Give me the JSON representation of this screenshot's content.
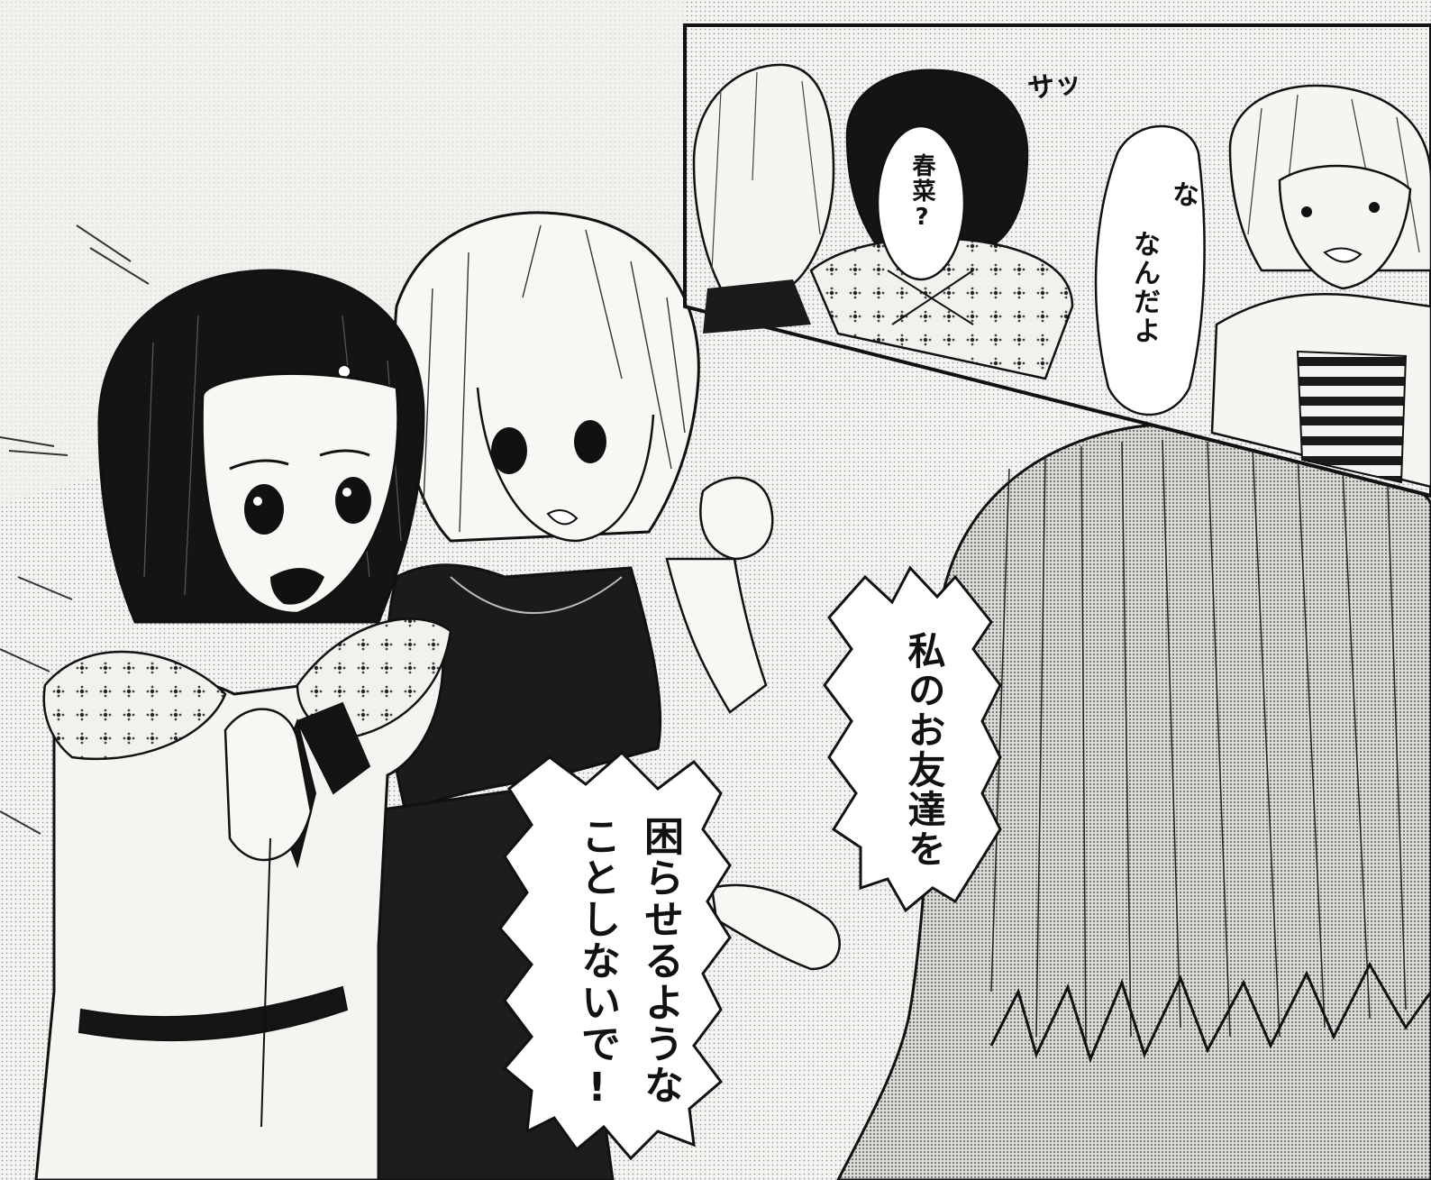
{
  "panels": [
    {
      "id": "inset",
      "sfx": "サッ",
      "speech": [
        {
          "speaker": "black-hair-girl",
          "lines": [
            "春菜?"
          ]
        },
        {
          "speaker": "blond-boy",
          "lines": [
            "な",
            "なんだよ"
          ]
        }
      ]
    },
    {
      "id": "main",
      "speech": [
        {
          "speaker": "light-hair-girl",
          "lines": [
            "私のお友達を"
          ]
        },
        {
          "speaker": "light-hair-girl",
          "lines": [
            "困らせるような",
            "ことしないで!"
          ]
        }
      ]
    }
  ],
  "colors": {
    "ink": "#111111",
    "paper": "#f6f6f4",
    "screentone": "#d8d8d4"
  }
}
